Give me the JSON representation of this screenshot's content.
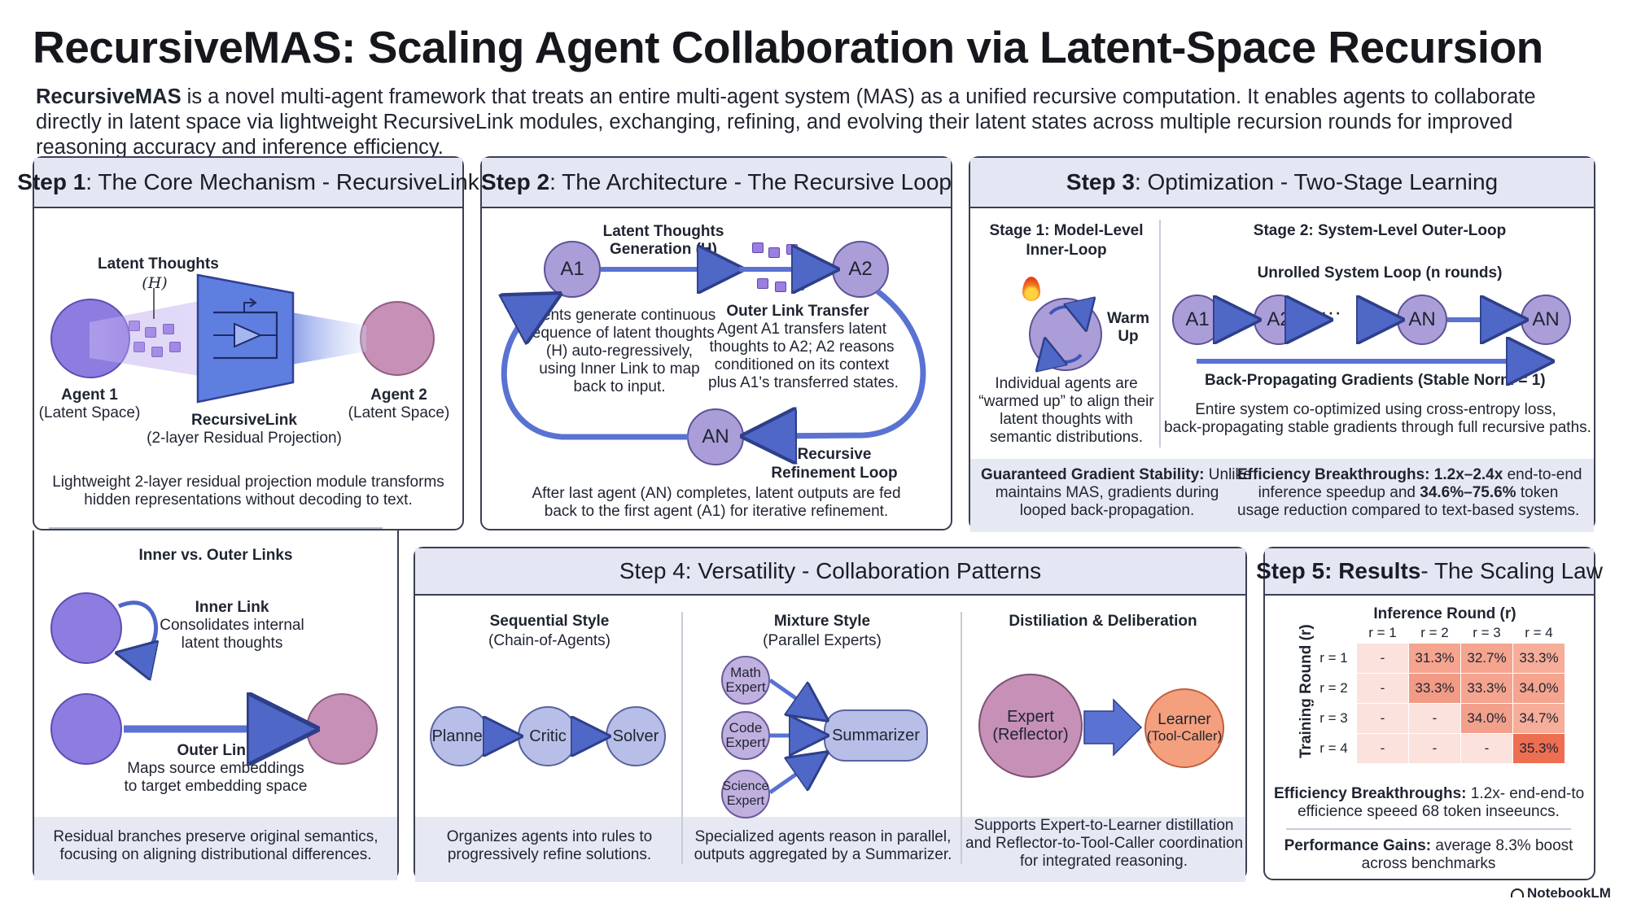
{
  "title": "RecursiveMAS: Scaling Agent Collaboration via Latent-Space Recursion",
  "intro": {
    "bold": "RecursiveMAS",
    "text": " is a novel multi-agent framework that treats an entire multi-agent system (MAS) as a unified recursive computation. It enables agents to collaborate directly in latent space via lightweight RecursiveLink modules, exchanging, refining, and evolving their latent states across multiple recursion rounds for improved reasoning accuracy and inference efficiency."
  },
  "step1": {
    "head_bold": "Step 1",
    "head_rest": ": The Core Mechanism - RecursiveLink",
    "latent_label": "Latent Thoughts",
    "latent_sym": "(H)",
    "agent1_name": "Agent 1",
    "agent1_sub": "(Latent Space)",
    "agent2_name": "Agent 2",
    "agent2_sub": "(Latent Space)",
    "link_name": "RecursiveLink",
    "link_sub": "(2-layer Residual Projection)",
    "desc1": "Lightweight 2-layer residual projection module transforms",
    "desc2": "hidden representations without decoding to text.",
    "io_title": "Inner vs. Outer Links",
    "inner_name": "Inner Link",
    "inner_d1": "Consolidates internal",
    "inner_d2": "latent thoughts",
    "outer_name": "Outer Link",
    "outer_d1": "Maps source embeddings",
    "outer_d2": "to target embedding space",
    "foot1": "Residual branches preserve original semantics,",
    "foot2": "focusing on aligning distributional differences."
  },
  "step2": {
    "head_bold": "Step 2",
    "head_rest": ": The Architecture - The Recursive Loop",
    "a1": "A1",
    "a2": "A2",
    "an": "AN",
    "gen1": "Latent Thoughts",
    "gen2": "Generation (H)",
    "left1": "Agents generate continuous",
    "left2": "sequence of latent thoughts",
    "left3": "(H) auto-regressively,",
    "left4": "using Inner Link to map",
    "left5": "back to input.",
    "olt_title": "Outer Link Transfer",
    "olt1": "Agent A1 transfers latent",
    "olt2": "thoughts to A2; A2 reasons",
    "olt3": "conditioned on its context",
    "olt4": "plus A1's transferred states.",
    "rrl1": "Recursive",
    "rrl2": "Refinement Loop",
    "foot1": "After last agent (AN) completes, latent outputs are fed",
    "foot2": "back to the first agent (A1) for iterative refinement."
  },
  "step3": {
    "head_bold": "Step 3",
    "head_rest": ": Optimization - Two-Stage Learning",
    "s1_title1": "Stage 1: Model-Level",
    "s1_title2": "Inner-Loop",
    "warm1": "Warm",
    "warm2": "Up",
    "s1_d1": "Individual agents are",
    "s1_d2": "“warmed up” to align their",
    "s1_d3": "latent thoughts with",
    "s1_d4": "semantic distributions.",
    "s2_title": "Stage 2: System-Level Outer-Loop",
    "unrolled": "Unrolled System Loop (n rounds)",
    "nodes": [
      "A1",
      "A2",
      "AN",
      "AN"
    ],
    "dots": "···",
    "bp": "Back-Propagating Gradients (Stable Norm = 1)",
    "s2_d1": "Entire system co-optimized using cross-entropy loss,",
    "s2_d2": "back-propagating stable gradients through full recursive paths.",
    "g_bold": "Guaranteed Gradient Stability:",
    "g_rest": " Unlike",
    "g2": "maintains MAS, gradients during",
    "g3": "looped back-propagation.",
    "e_bold": "Efficiency Breakthroughs: 1.2x–2.4x",
    "e_rest": " end-to-end",
    "e2a": "inference speedup and ",
    "e2b": "34.6%–75.6%",
    "e2c": " token",
    "e3": "usage reduction compared to text-based systems."
  },
  "step4": {
    "head": "Step 4: Versatility - Collaboration Patterns",
    "seq_title": "Sequential Style",
    "seq_sub": "(Chain-of-Agents)",
    "planner": "Planner",
    "critic": "Critic",
    "solver": "Solver",
    "seq_d1": "Organizes agents into rules to",
    "seq_d2": "progressively refine solutions.",
    "mix_title": "Mixture Style",
    "mix_sub": "(Parallel Experts)",
    "math1": "Math",
    "math2": "Expert",
    "code1": "Code",
    "code2": "Expert",
    "sci1": "Science",
    "sci2": "Expert",
    "summ": "Summarizer",
    "mix_d1": "Specialized agents reason in parallel,",
    "mix_d2": "outputs aggregated by a Summarizer.",
    "dist_title": "Distiliation & Deliberation",
    "expert1": "Expert",
    "expert2": "(Reflector)",
    "learner1": "Learner",
    "learner2": "(Tool-Caller)",
    "dist_d1": "Supports Expert-to-Learner distillation",
    "dist_d2": "and Reflector-to-Tool-Caller coordination",
    "dist_d3": "for integrated reasoning."
  },
  "step5": {
    "head_bold": "Step 5: Results",
    "head_rest": " - The Scaling Law",
    "infer": "Inference Round (r)",
    "train": "Training Round (r)",
    "cols": [
      "r = 1",
      "r = 2",
      "r = 3",
      "r = 4"
    ],
    "rows": [
      {
        "label": "r = 1",
        "cells": [
          "-",
          "31.3%",
          "32.7%",
          "33.3%"
        ]
      },
      {
        "label": "r = 2",
        "cells": [
          "-",
          "33.3%",
          "33.3%",
          "34.0%"
        ]
      },
      {
        "label": "r = 3",
        "cells": [
          "-",
          "-",
          "34.0%",
          "34.7%"
        ]
      },
      {
        "label": "r = 4",
        "cells": [
          "-",
          "-",
          "-",
          "35.3%"
        ]
      }
    ],
    "heat_colors": [
      [
        "#fbe2dc",
        "#f4a48f",
        "#f4a48f",
        "#f6ad99"
      ],
      [
        "#fbe2dc",
        "#f19a85",
        "#f4a48f",
        "#f4a48f"
      ],
      [
        "#fbe2dc",
        "#fbe2dc",
        "#f2a08b",
        "#f6ad99"
      ],
      [
        "#fbe2dc",
        "#fbe2dc",
        "#fbe2dc",
        "#ee6e52"
      ]
    ],
    "eff_bold": "Efficiency Breakthroughs:",
    "eff_rest": " 1.2x- end-end-to",
    "eff2": "efficience speeed 68 token inseeuncs.",
    "perf_bold": "Performance Gains:",
    "perf_rest": " average 8.3% boost",
    "perf2": "across benchmarks"
  },
  "brand": "NotebookLM"
}
